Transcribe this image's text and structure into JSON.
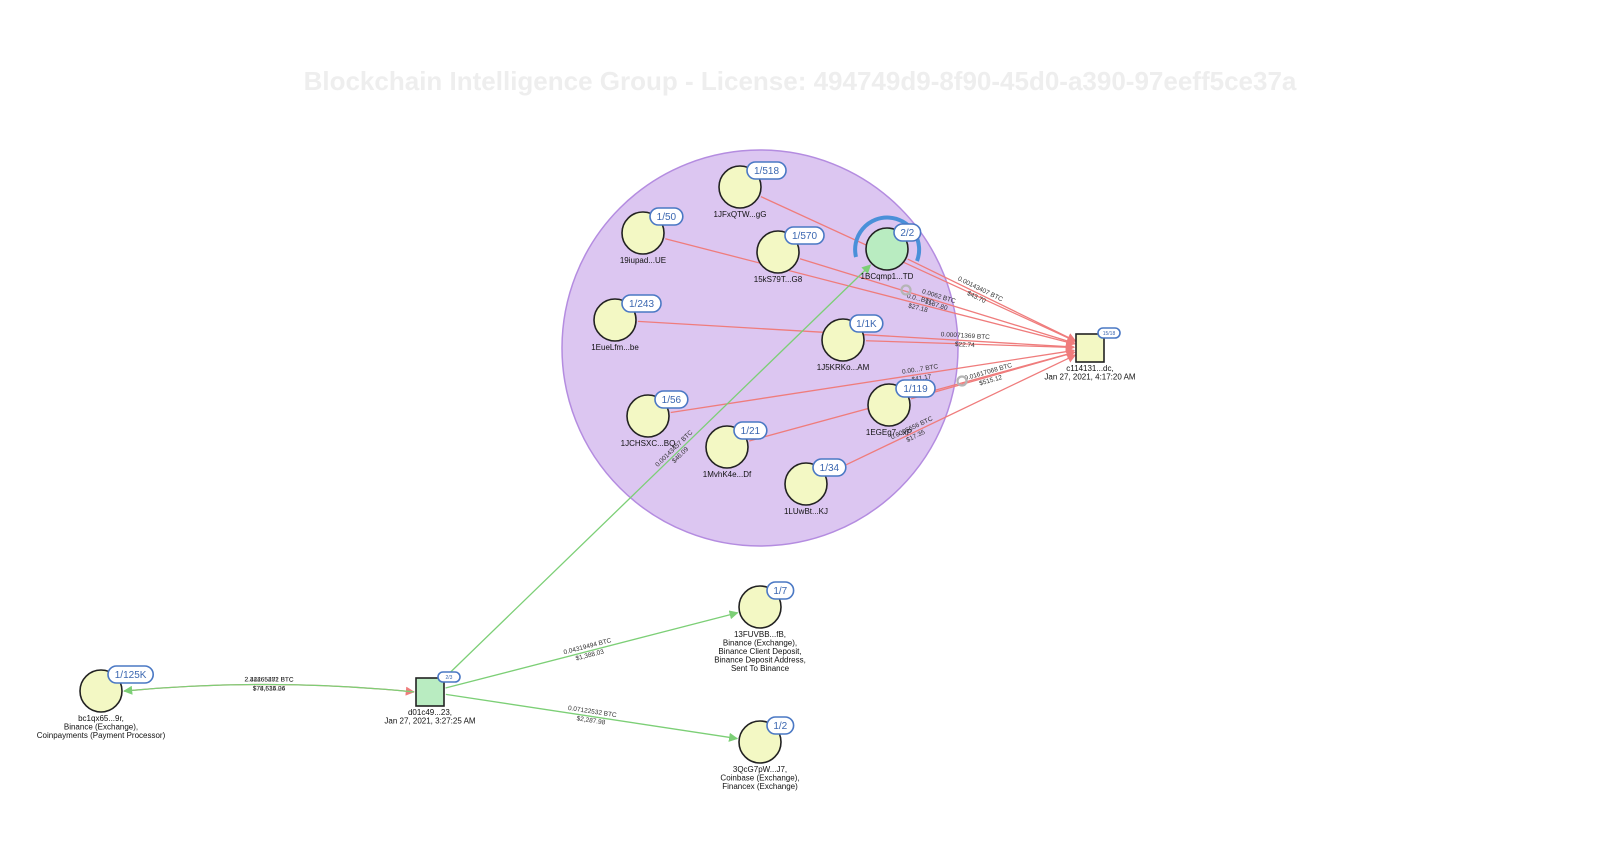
{
  "watermark": "Blockchain Intelligence Group - License: 494749d9-8f90-45d0-a390-97eeff5ce37a",
  "colors": {
    "address_fill": "#f3f8c4",
    "address_fill_highlight": "#b9ecc1",
    "tx_fill": "#b9ecc1",
    "tx_fill_alt": "#f3f8c4",
    "cluster_fill": "#dcc6f1",
    "cluster_stroke": "#b48ce0",
    "badge_stroke": "#4a78c4",
    "badge_text": "#3a66b0",
    "edge_out": "#ef7c7c",
    "edge_in": "#7ccf76",
    "selection_ring": "#4a90d9"
  },
  "nodes": [
    {
      "id": "a1",
      "type": "address",
      "badge": "1/518",
      "labels": [
        "1JFxQTW...gG"
      ]
    },
    {
      "id": "a2",
      "type": "address",
      "badge": "1/50",
      "labels": [
        "19iupad...UE"
      ]
    },
    {
      "id": "a3",
      "type": "address",
      "badge": "1/570",
      "labels": [
        "15kS79T...G8"
      ]
    },
    {
      "id": "a4",
      "type": "address",
      "badge": "2/2",
      "labels": [
        "1BCqmp1...TD"
      ],
      "highlight": true
    },
    {
      "id": "a5",
      "type": "address",
      "badge": "1/243",
      "labels": [
        "1EueLfm...be"
      ]
    },
    {
      "id": "a6",
      "type": "address",
      "badge": "1/1K",
      "labels": [
        "1J5KRKo...AM"
      ]
    },
    {
      "id": "a7",
      "type": "address",
      "badge": "1/119",
      "labels": [
        "1EGEg7...xP"
      ]
    },
    {
      "id": "a8",
      "type": "address",
      "badge": "1/56",
      "labels": [
        "1JCHSXC...BQ"
      ]
    },
    {
      "id": "a9",
      "type": "address",
      "badge": "1/21",
      "labels": [
        "1MvhK4e...Df"
      ]
    },
    {
      "id": "a10",
      "type": "address",
      "badge": "1/34",
      "labels": [
        "1LUwBt...KJ"
      ]
    },
    {
      "id": "t1",
      "type": "tx",
      "badge": "15/18",
      "labels": [
        "c114131...dc,",
        "Jan 27, 2021, 4:17:20 AM"
      ]
    },
    {
      "id": "t2",
      "type": "tx",
      "badge": "2/3",
      "labels": [
        "d01c49...23,",
        "Jan 27, 2021, 3:27:25 AM"
      ]
    },
    {
      "id": "a11",
      "type": "address",
      "badge": "1/125K",
      "labels": [
        "bc1qx65...9r,",
        "Binance (Exchange),",
        "Coinpayments (Payment Processor)"
      ]
    },
    {
      "id": "a12",
      "type": "address",
      "badge": "1/7",
      "labels": [
        "13FUVBB...fB,",
        "Binance (Exchange),",
        "Binance Client Deposit,",
        "Binance Deposit Address,",
        "Sent To Binance"
      ]
    },
    {
      "id": "a13",
      "type": "address",
      "badge": "1/2",
      "labels": [
        "3QcG7pW...J7,",
        "Coinbase (Exchange),",
        "Financex (Exchange)"
      ]
    }
  ],
  "edges": [
    {
      "from": "a1",
      "to": "t1",
      "kind": "out",
      "btc": "",
      "usd": ""
    },
    {
      "from": "a2",
      "to": "t1",
      "kind": "out",
      "btc": "0.0...BTC",
      "usd": "$27.18"
    },
    {
      "from": "a3",
      "to": "t1",
      "kind": "out",
      "btc": "0.0062 BTC",
      "usd": "$187.80"
    },
    {
      "from": "a4",
      "to": "t1",
      "kind": "out",
      "btc": "0.00143407 BTC",
      "usd": "$43.70"
    },
    {
      "from": "a5",
      "to": "t1",
      "kind": "out",
      "btc": "0.00071369 BTC",
      "usd": "$22.74"
    },
    {
      "from": "a6",
      "to": "t1",
      "kind": "out",
      "btc": "",
      "usd": ""
    },
    {
      "from": "a8",
      "to": "t1",
      "kind": "out",
      "btc": "0.00...7 BTC",
      "usd": "$41.17"
    },
    {
      "from": "a7",
      "to": "t1",
      "kind": "out",
      "btc": "0.01617068 BTC",
      "usd": "$515.12"
    },
    {
      "from": "a9",
      "to": "t1",
      "kind": "out",
      "btc": "",
      "usd": ""
    },
    {
      "from": "a10",
      "to": "t1",
      "kind": "out",
      "btc": "0.0005656 BTC",
      "usd": "$17.35"
    },
    {
      "from": "t2",
      "to": "a4",
      "kind": "in",
      "btc": "0.00143457 BTC",
      "usd": "$46.09"
    },
    {
      "from": "a11",
      "to": "t2",
      "kind": "out",
      "btc": "2.44465201 BTC",
      "usd": "$78,534.24"
    },
    {
      "from": "t2",
      "to": "a11",
      "kind": "in",
      "btc": "2.32265472 BTC",
      "usd": "$74,615.06"
    },
    {
      "from": "t2",
      "to": "a12",
      "kind": "in",
      "btc": "0.04319494 BTC",
      "usd": "$1,388.03"
    },
    {
      "from": "t2",
      "to": "a13",
      "kind": "in",
      "btc": "0.07122532 BTC",
      "usd": "$2,287.98"
    }
  ]
}
